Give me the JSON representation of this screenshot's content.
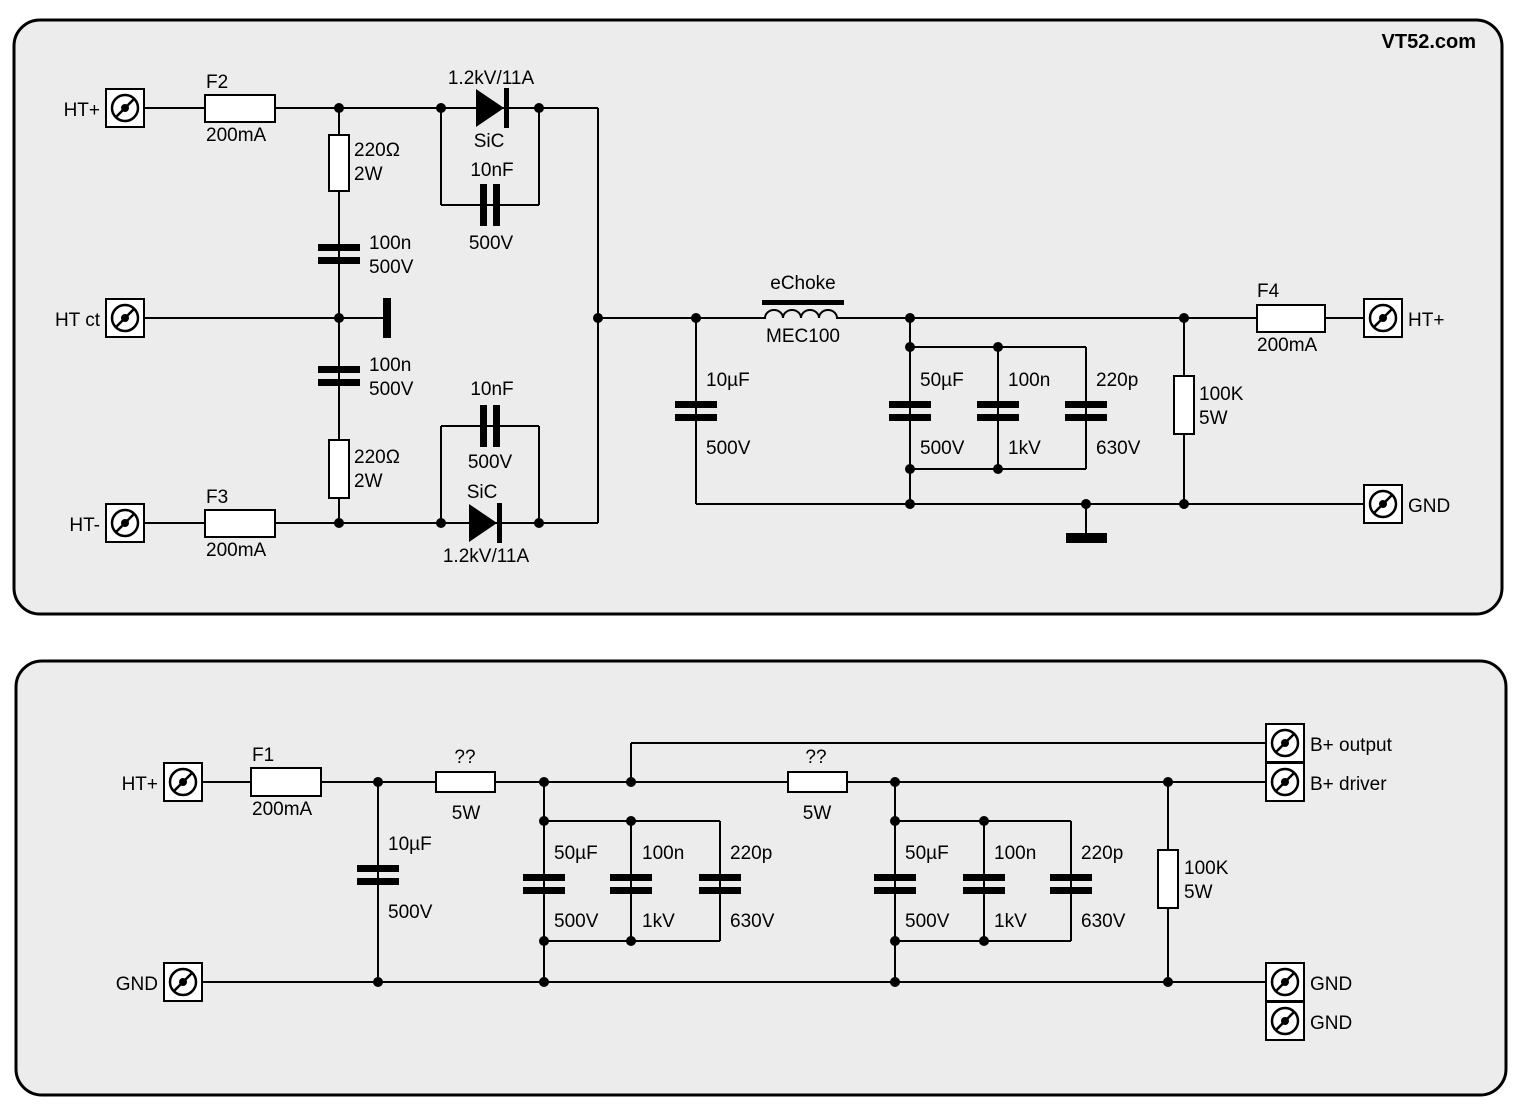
{
  "brand": "VT52.com",
  "top": {
    "terminals": {
      "ht_plus_in": "HT+",
      "ht_ct": "HT ct",
      "ht_minus": "HT-",
      "ht_plus_out": "HT+",
      "gnd": "GND"
    },
    "fuse_f2": {
      "name": "F2",
      "rating": "200mA"
    },
    "fuse_f3": {
      "name": "F3",
      "rating": "200mA"
    },
    "fuse_f4": {
      "name": "F4",
      "rating": "200mA"
    },
    "res_upper": {
      "value": "220Ω",
      "power": "2W"
    },
    "res_lower": {
      "value": "220Ω",
      "power": "2W"
    },
    "cap_upper": {
      "value": "100n",
      "voltage": "500V"
    },
    "cap_lower": {
      "value": "100n",
      "voltage": "500V"
    },
    "diode_upper": {
      "rating": "1.2kV/11A",
      "type": "SiC"
    },
    "diode_lower": {
      "rating": "1.2kV/11A",
      "type": "SiC"
    },
    "snub_upper": {
      "value": "10nF",
      "voltage": "500V"
    },
    "snub_lower": {
      "value": "10nF",
      "voltage": "500V"
    },
    "cap_10uf": {
      "value": "10µF",
      "voltage": "500V"
    },
    "choke": {
      "name": "eChoke",
      "model": "MEC100"
    },
    "cap_50uf": {
      "value": "50µF",
      "voltage": "500V"
    },
    "cap_100n": {
      "value": "100n",
      "voltage": "1kV"
    },
    "cap_220p": {
      "value": "220p",
      "voltage": "630V"
    },
    "bleeder": {
      "value": "100K",
      "power": "5W"
    }
  },
  "bottom": {
    "terminals": {
      "ht_plus": "HT+",
      "gnd_in": "GND",
      "b_output": "B+ output",
      "b_driver": "B+ driver",
      "gnd_out1": "GND",
      "gnd_out2": "GND"
    },
    "fuse_f1": {
      "name": "F1",
      "rating": "200mA"
    },
    "cap_10uf": {
      "value": "10µF",
      "voltage": "500V"
    },
    "res1": {
      "value": "??",
      "power": "5W"
    },
    "res2": {
      "value": "??",
      "power": "5W"
    },
    "bank1": {
      "c1": "50µF",
      "v1": "500V",
      "c2": "100n",
      "v2": "1kV",
      "c3": "220p",
      "v3": "630V"
    },
    "bank2": {
      "c1": "50µF",
      "v1": "500V",
      "c2": "100n",
      "v2": "1kV",
      "c3": "220p",
      "v3": "630V"
    },
    "bleeder": {
      "value": "100K",
      "power": "5W"
    }
  }
}
